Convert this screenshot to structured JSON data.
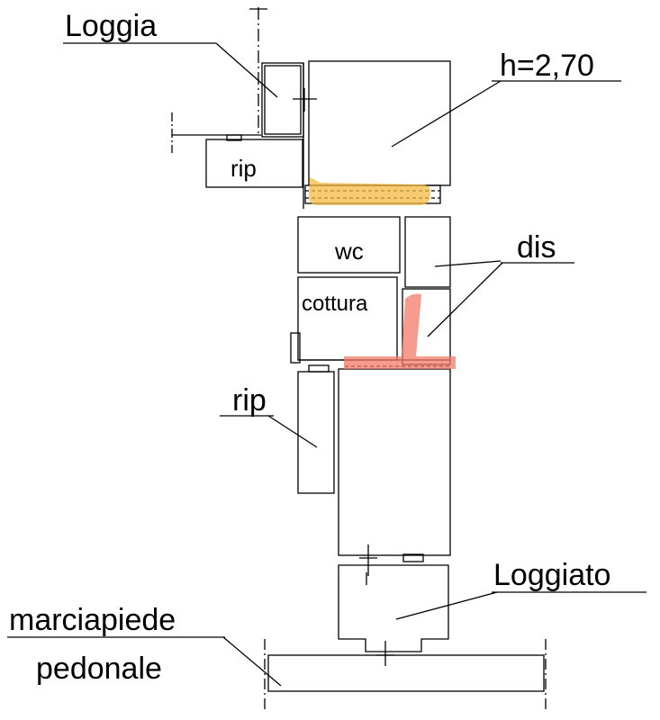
{
  "labels": {
    "loggia": "Loggia",
    "height": "h=2,70",
    "rip_top": "rip",
    "wc": "wc",
    "dis": "dis",
    "cottura": "cottura",
    "rip_left": "rip",
    "loggiato": "Loggiato",
    "sidewalk_line1": "marciapiede",
    "sidewalk_line2": "pedonale"
  },
  "colors": {
    "line": "#000000",
    "highlight_orange": "#f5b942",
    "highlight_red": "#f47a6a"
  }
}
